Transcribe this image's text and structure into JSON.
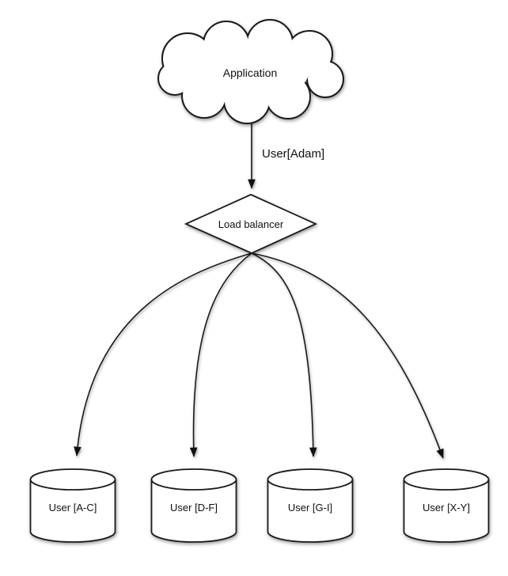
{
  "diagram": {
    "background_color": "#ffffff",
    "stroke_color": "#1a1a1a",
    "text_color": "#101010",
    "nodes": {
      "application": {
        "label": "Application",
        "shape": "cloud"
      },
      "load_balancer": {
        "label": "Load balancer",
        "shape": "diamond"
      },
      "shards": [
        {
          "label": "User [A-C]",
          "shape": "cylinder"
        },
        {
          "label": "User [D-F]",
          "shape": "cylinder"
        },
        {
          "label": "User [G-I]",
          "shape": "cylinder"
        },
        {
          "label": "User [X-Y]",
          "shape": "cylinder"
        }
      ]
    },
    "edges": {
      "app_to_lb_label": "User[Adam]"
    }
  }
}
